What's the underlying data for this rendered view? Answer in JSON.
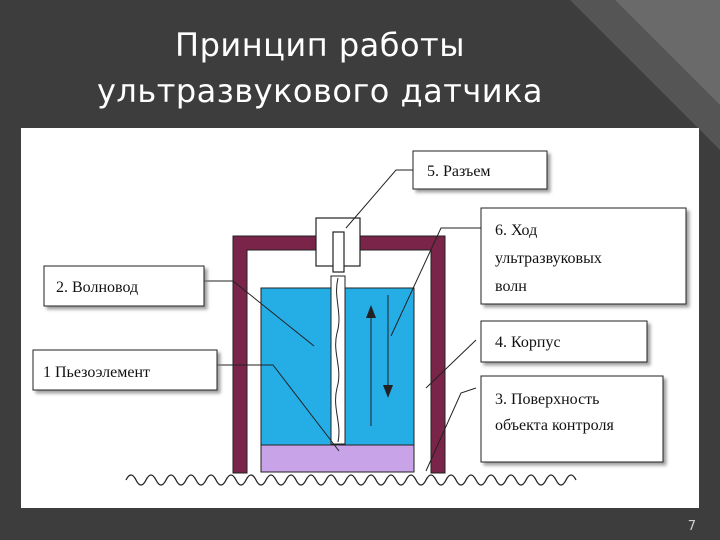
{
  "slide": {
    "title_line1": "Принцип работы",
    "title_line2": "ультразвукового датчика",
    "page_number": "7"
  },
  "diagram": {
    "labels": {
      "connector": "5. Разъем",
      "waves_line1": "6. Ход",
      "waves_line2": "ультразвуковых",
      "waves_line3": "волн",
      "waveguide": "2. Волновод",
      "housing": "4. Корпус",
      "piezo": "1 Пьезоэлемент",
      "surface_line1": "3. Поверхность",
      "surface_line2": "объекта контроля"
    },
    "colors": {
      "housing": "#7a2449",
      "liquid": "#25aee6",
      "piezo": "#c8a3e8",
      "outline": "#222222",
      "label_box": "#ffffff"
    }
  }
}
